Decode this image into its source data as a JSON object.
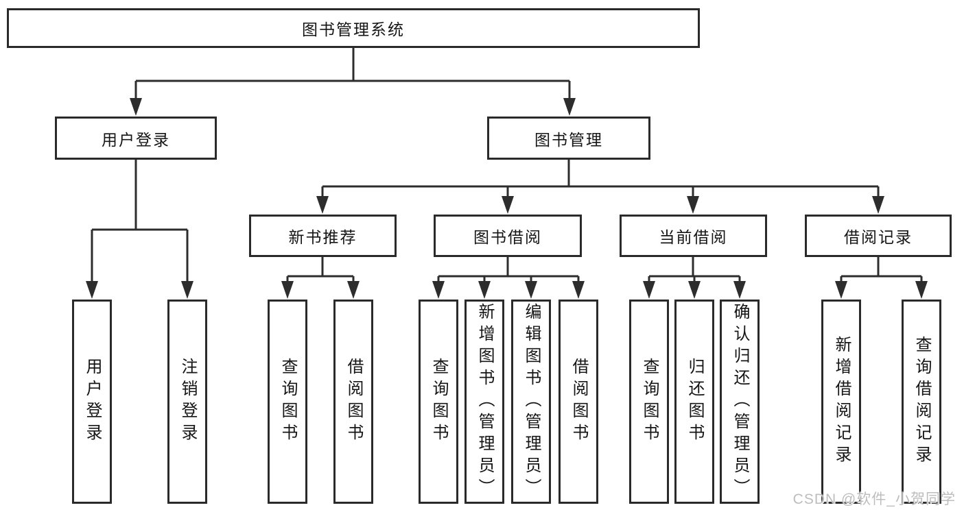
{
  "diagram": {
    "root": {
      "label": "图书管理系统"
    },
    "level2": [
      {
        "label": "用户登录"
      },
      {
        "label": "图书管理"
      }
    ],
    "level3": [
      {
        "label": "新书推荐"
      },
      {
        "label": "图书借阅"
      },
      {
        "label": "当前借阅"
      },
      {
        "label": "借阅记录"
      }
    ],
    "leaves": {
      "user_login": [
        "用户登录",
        "注销登录"
      ],
      "new_book_recommend": [
        "查询图书",
        "借阅图书"
      ],
      "book_borrowing": [
        "查询图书",
        "新增图书（管理员）",
        "编辑图书（管理员）",
        "借阅图书"
      ],
      "current_borrowing": [
        "查询图书",
        "归还图书",
        "确认归还（管理员）"
      ],
      "borrowing_records": [
        "新增借阅记录",
        "查询借阅记录"
      ]
    }
  },
  "watermark": {
    "text": "CSDN @软件_小贺同学"
  },
  "colors": {
    "line": "#2d2d2d",
    "border": "#2a2a2a",
    "text": "#151515",
    "watermark": "#bdbdbd",
    "background": "#ffffff"
  }
}
